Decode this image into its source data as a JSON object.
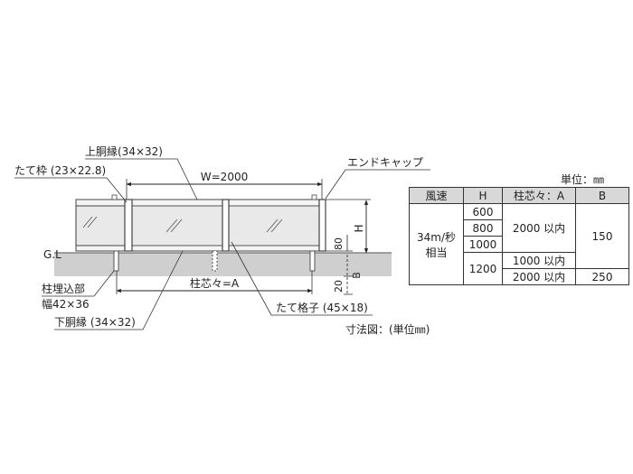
{
  "diagram": {
    "labels": {
      "top_rail": "上胴縁(34×32)",
      "vertical_frame": "たて枠 (23×22.8)",
      "width": "W=2000",
      "end_cap": "エンドキャップ",
      "gl": "G.L",
      "post_embed": "柱埋込部",
      "post_size": "幅42×36",
      "bottom_rail": "下胴縁 (34×32)",
      "post_spacing": "柱芯々=A",
      "lattice": "たて格子 (45×18)",
      "h": "H",
      "dim_80": "80",
      "dim_20": "20",
      "dim_b": "B"
    },
    "caption": "寸法図：(単位㎜)"
  },
  "table": {
    "unit": "単位：㎜",
    "headers": [
      "風速",
      "H",
      "柱芯々：A",
      "B"
    ],
    "wind_speed_line1": "34m/秒",
    "wind_speed_line2": "相当",
    "h_600": "600",
    "h_800": "800",
    "h_1000": "1000",
    "h_1200": "1200",
    "a_2000_1": "2000 以内",
    "a_1000": "1000 以内",
    "a_2000_2": "2000 以内",
    "b_150": "150",
    "b_250": "250"
  }
}
